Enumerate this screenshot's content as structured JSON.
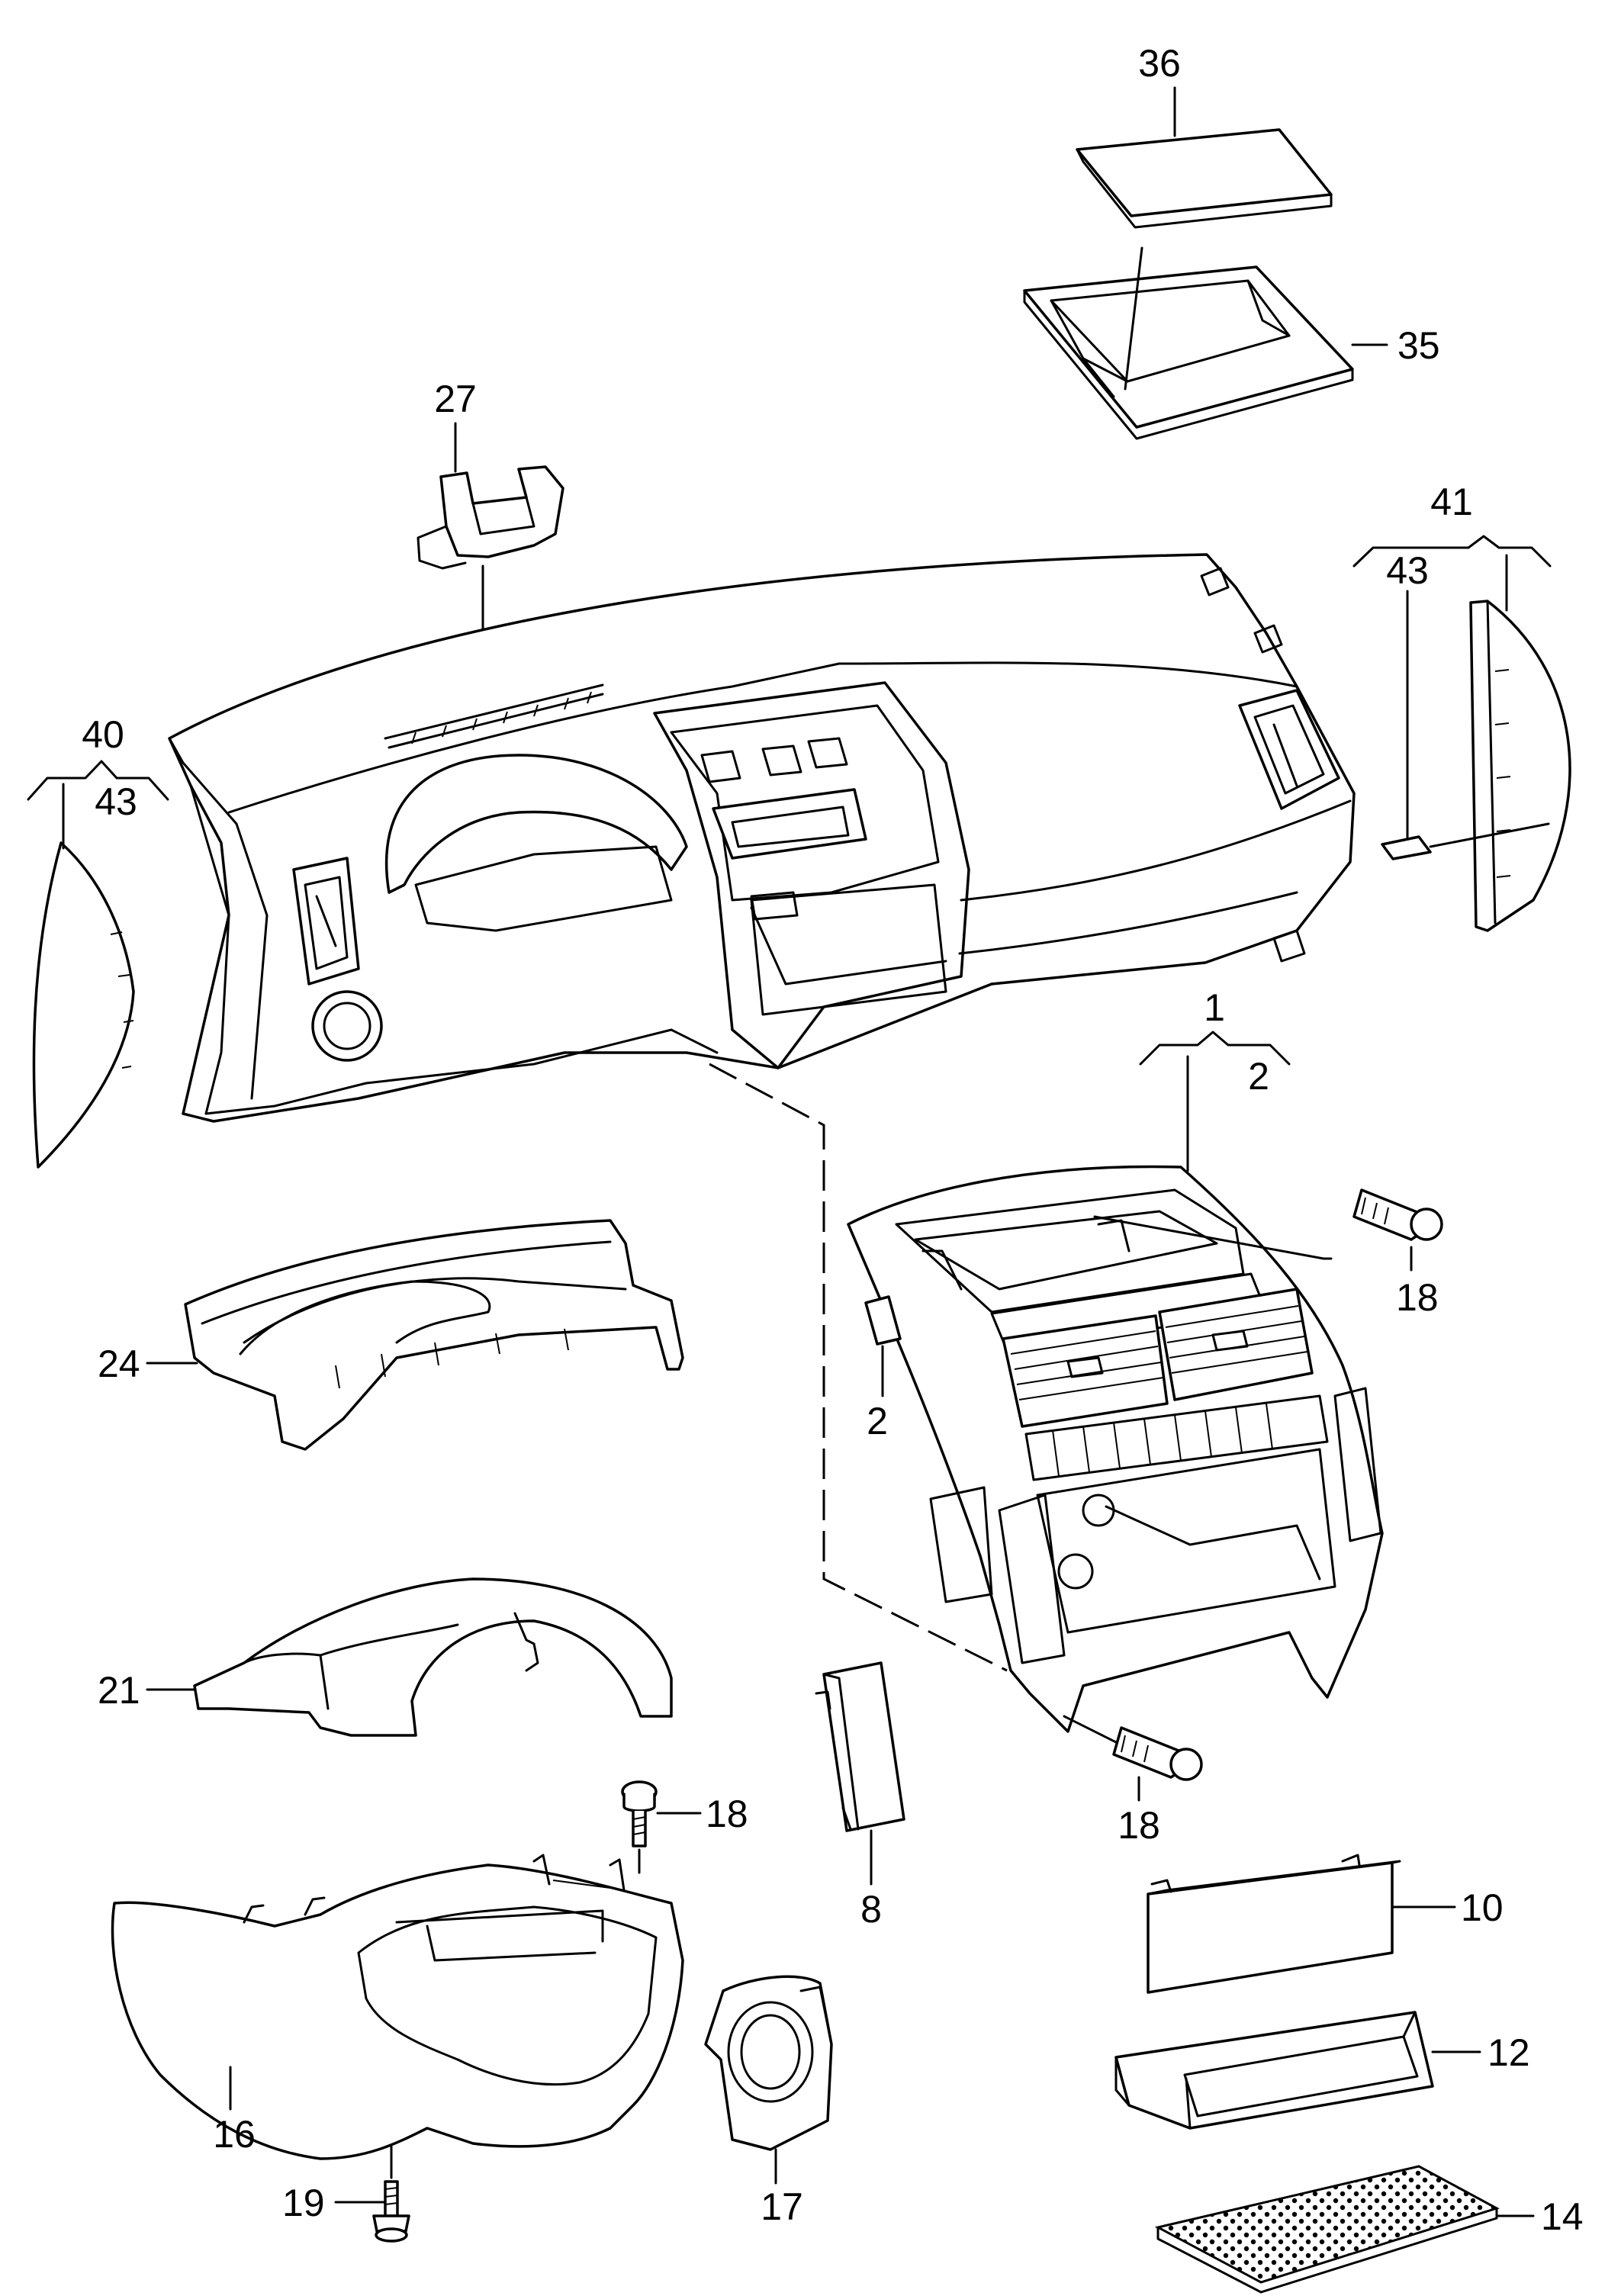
{
  "callouts": {
    "c36": "36",
    "c35": "35",
    "c27": "27",
    "c41": "41",
    "c43_right": "43",
    "c40": "40",
    "c43_left": "43",
    "c1": "1",
    "c2_top": "2",
    "c18_top": "18",
    "c24": "24",
    "c2_left": "2",
    "c21": "21",
    "c18_mid": "18",
    "c18_bottom": "18",
    "c8": "8",
    "c10": "10",
    "c16": "16",
    "c12": "12",
    "c19": "19",
    "c17": "17",
    "c14": "14"
  }
}
